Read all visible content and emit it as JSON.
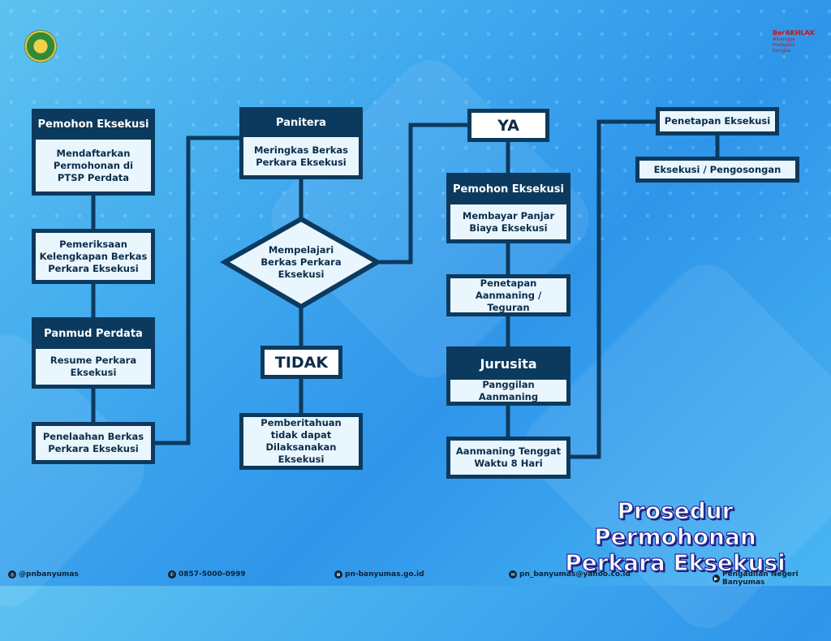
{
  "boxes": {
    "pemohon1_header": "Pemohon Eksekusi",
    "daftar": "Mendaftarkan Permohonan di PTSP Perdata",
    "periksa": "Pemeriksaan Kelengkapan Berkas Perkara Eksekusi",
    "panmud_header": "Panmud Perdata",
    "resume": "Resume Perkara Eksekusi",
    "penelaahan": "Penelaahan Berkas Perkara Eksekusi",
    "panitera_header": "Panitera",
    "ringkas": "Meringkas Berkas Perkara Eksekusi",
    "mempelajari": "Mempelajari Berkas Perkara Eksekusi",
    "tidak": "TIDAK",
    "pemberitahuan": "Pemberitahuan tidak dapat Dilaksanakan Eksekusi",
    "ya": "YA",
    "pemohon2_header": "Pemohon Eksekusi",
    "panjar": "Membayar Panjar Biaya Eksekusi",
    "aanmaning": "Penetapan Aanmaning / Teguran",
    "jurusita_header": "Jurusita",
    "panggilan": "Panggilan Aanmaning",
    "tenggat": "Aanmaning Tenggat Waktu 8 Hari",
    "penetapan": "Penetapan Eksekusi",
    "pengosongan": "Eksekusi / Pengosongan"
  },
  "title": {
    "line1": "Prosedur Permohonan",
    "line2": "Perkara Eksekusi"
  },
  "badge": {
    "line1": "BerAKHLAK",
    "line2": "#bangga melayani bangsa"
  },
  "footer": {
    "instagram": "@pnbanyumas",
    "phone": "0857-5000-0999",
    "website": "pn-banyumas.go.id",
    "email": "pn_banyumas@yahoo.co.id",
    "youtube": "Pengadilan Negeri Banyumas"
  },
  "colors": {
    "dark_navy": "#0c3a5e",
    "light_fill": "#e9f6fe",
    "background": "#3fa8ee"
  }
}
